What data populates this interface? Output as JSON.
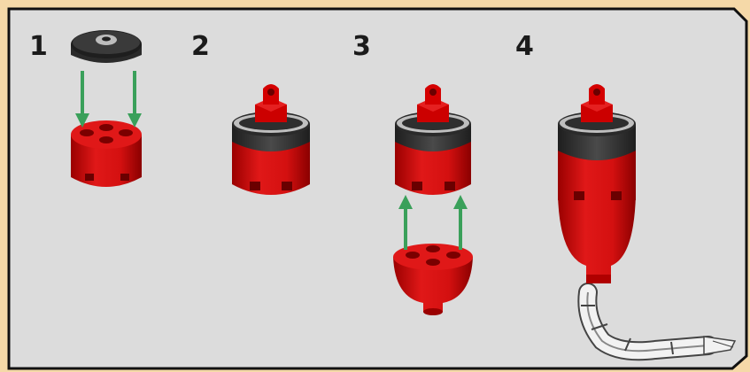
{
  "colors": {
    "page_background": "#f5d9a8",
    "panel_fill": "#dcdcdc",
    "panel_border": "#111111",
    "brick_red": "#d81414",
    "brick_red_dark": "#8c0000",
    "plate_dark_gray": "#2f2f2f",
    "plate_light_gray": "#cfcfcf",
    "arrow_green": "#3aa05a",
    "skeleton_white": "#f2f2f2"
  },
  "steps": [
    {
      "number": "1",
      "parts": [
        "gray-round-tile",
        "red-round-brick"
      ],
      "arrows": 2
    },
    {
      "number": "2",
      "parts": [
        "red-clip-plate",
        "dark-gray-round-plate",
        "red-round-brick"
      ],
      "arrows": 0
    },
    {
      "number": "3",
      "parts": [
        "red-clip-plate",
        "dark-gray-round-plate",
        "red-round-brick",
        "red-dome-brick"
      ],
      "arrows": 2
    },
    {
      "number": "4",
      "parts": [
        "red-clip-plate",
        "dark-gray-round-plate",
        "red-round-brick",
        "red-dome-brick",
        "skeleton-arm"
      ],
      "arrows": 0
    }
  ]
}
